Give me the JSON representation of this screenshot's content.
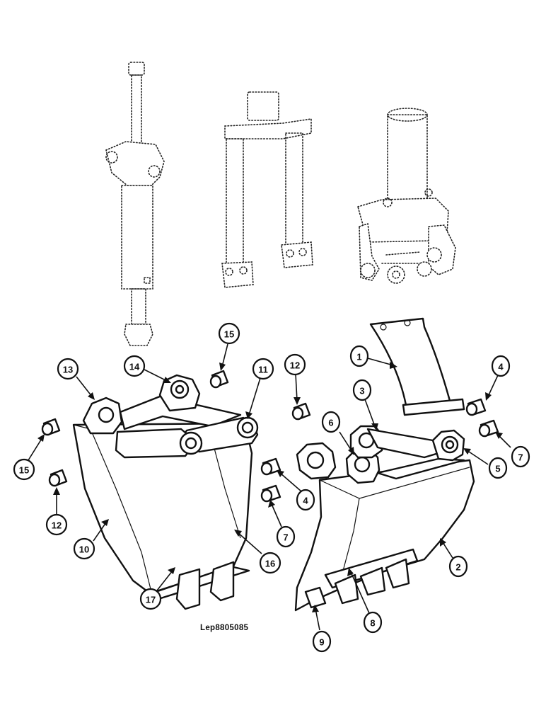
{
  "drawing": {
    "reference": "Lep8805085",
    "callouts": [
      "1",
      "2",
      "3",
      "4",
      "4",
      "5",
      "6",
      "7",
      "7",
      "8",
      "9",
      "10",
      "11",
      "12",
      "12",
      "13",
      "14",
      "15",
      "15",
      "16",
      "17"
    ]
  }
}
